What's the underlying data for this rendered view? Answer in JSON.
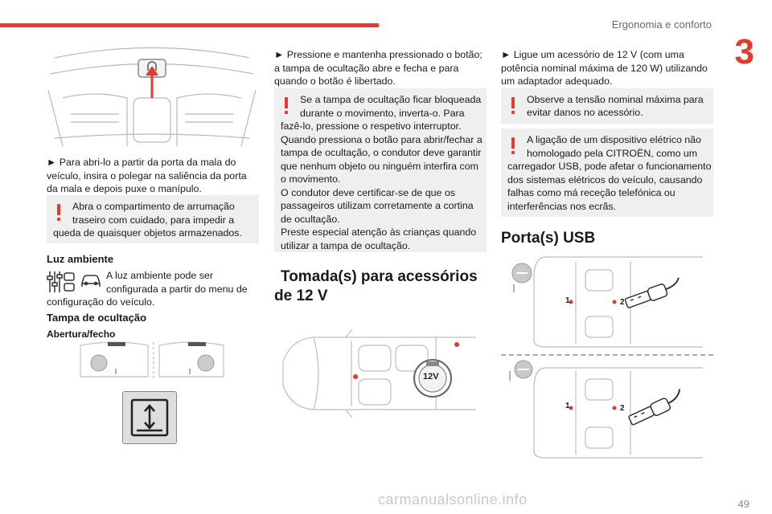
{
  "header": {
    "title": "Ergonomia e conforto",
    "chapter": "3"
  },
  "col1": {
    "step1": "► Para abri-lo a partir da porta da mala do veículo, insira o polegar na saliência da porta da mala e depois puxe o manípulo.",
    "note1_first": "Abra o compartimento de arrumação traseiro com cuidado, para impedir a",
    "note1_rest": "queda de quaisquer objetos armazenados.",
    "ambient_heading": "Luz ambiente",
    "ambient_first": "A luz ambiente pode ser configurada a partir do menu de",
    "ambient_rest": "configuração do veículo.",
    "tampa_heading": "Tampa de ocultação",
    "abertura_heading": "Abertura/fecho"
  },
  "col2": {
    "step1": "► Pressione e mantenha pressionado o botão; a tampa de ocultação abre e fecha e para quando o botão é libertado.",
    "note_first": "Se a tampa de ocultação ficar bloqueada durante o movimento, inverta-o. Para",
    "note_rest": "fazê-lo, pressione o respetivo interruptor. Quando pressiona o botão para abrir/fechar a tampa de ocultação, o condutor deve garantir que nenhum objeto ou ninguém interfira com o movimento.\nO condutor deve certificar-se de que os passageiros utilizam corretamente a cortina de ocultação.\nPreste especial atenção às crianças quando utilizar a tampa de ocultação.",
    "section_heading": "Tomada(s) para acessórios de 12 V",
    "socket_label": "12V"
  },
  "col3": {
    "step1": "► Ligue um acessório de 12 V (com uma potência nominal máxima de 120 W) utilizando um adaptador adequado.",
    "note1_first": "Observe a tensão nominal máxima para",
    "note1_rest": "evitar danos no acessório.",
    "note2_first": "A ligação de um dispositivo elétrico não homologado pela CITROËN, como um",
    "note2_rest": "carregador USB, pode afetar o funcionamento dos sistemas elétricos do veículo, causando falhas como má receção telefónica ou interferências nos ecrãs.",
    "section_heading": "Porta(s) USB",
    "usb_label_1": "1",
    "usb_label_2": "2"
  },
  "footer": {
    "page_number": "49",
    "watermark": "carmanualsonline.info"
  }
}
